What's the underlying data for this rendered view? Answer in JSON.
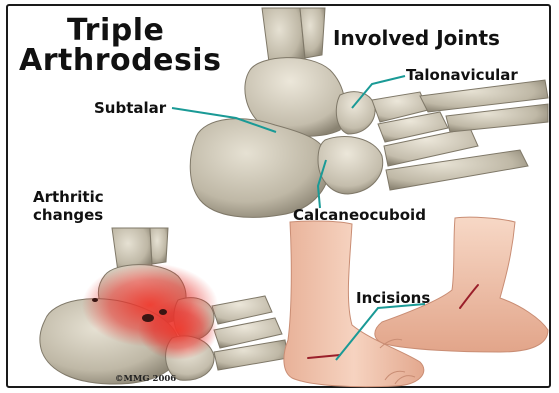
{
  "title_lines": [
    "Triple",
    "Arthrodesis"
  ],
  "heading": "Involved Joints",
  "labels": {
    "talonavicular": "Talonavicular",
    "subtalar": "Subtalar",
    "calcaneocuboid": "Calcaneocuboid",
    "arthritic_changes": [
      "Arthritic",
      "changes"
    ],
    "incisions": "Incisions"
  },
  "copyright": "©MMG 2006",
  "colors": {
    "bone": "#cdc7b6",
    "bone_shadow": "#9c9484",
    "skin": "#f2c7b0",
    "skin_shadow": "#dba088",
    "leader_line": "#1a9a96",
    "inflammation": "#e8302a",
    "incision": "#9a1f2a",
    "frame": "#1a1a1a"
  }
}
